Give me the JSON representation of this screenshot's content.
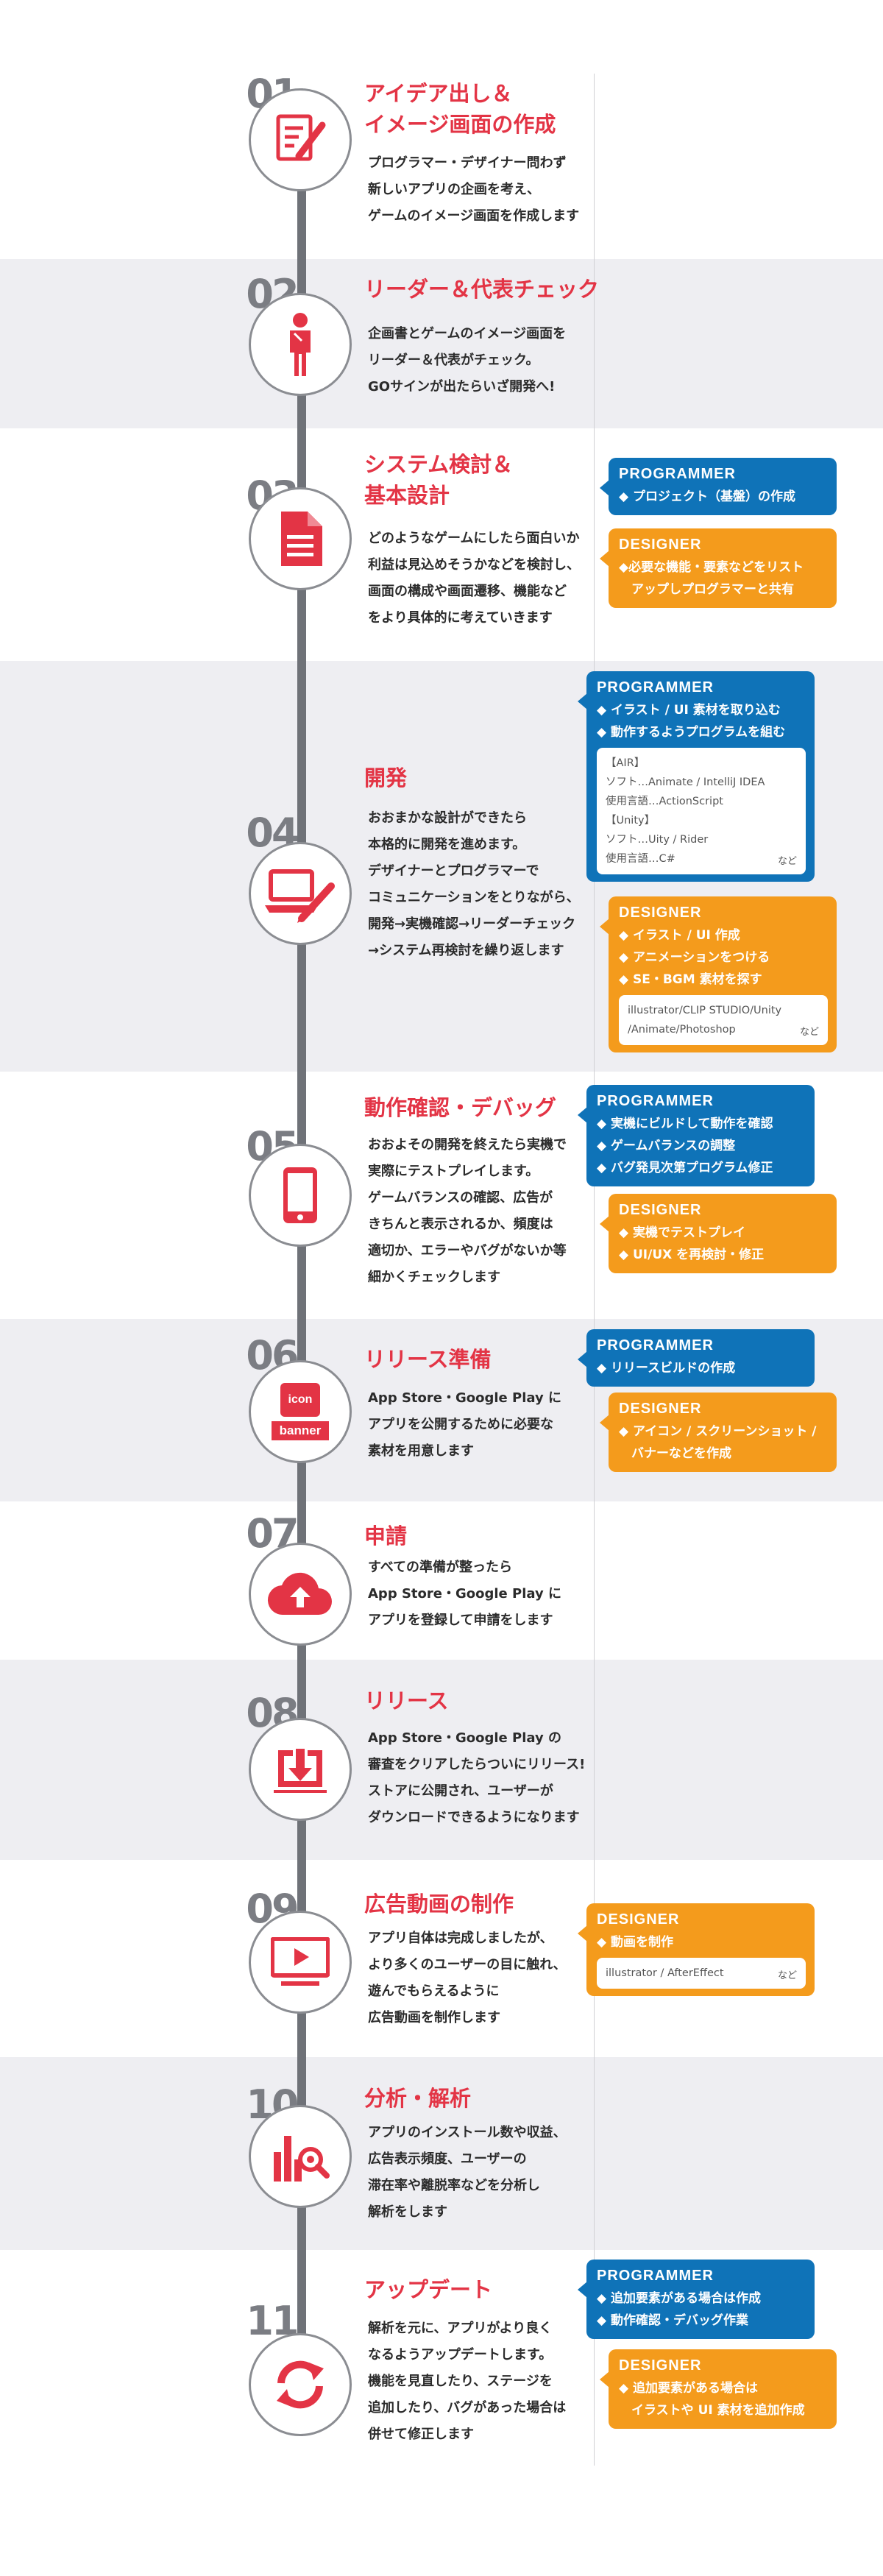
{
  "colors": {
    "accent_red": "#e33445",
    "programmer_blue": "#0f73b8",
    "designer_orange": "#f49b1c",
    "timeline_gray": "#6f7278",
    "band_gray": "#eeeef2"
  },
  "steps": [
    {
      "num": "01",
      "icon": "document-pen-icon",
      "title": "アイデア出し＆\nイメージ画面の作成",
      "desc": "プログラマー・デザイナー問わず\n新しいアプリの企画を考え、\nゲームのイメージ画面を作成します"
    },
    {
      "num": "02",
      "icon": "person-icon",
      "title": "リーダー＆代表チェック",
      "desc": "企画書とゲームのイメージ画面を\nリーダー＆代表がチェック。\nGOサインが出たらいざ開発へ!"
    },
    {
      "num": "03",
      "icon": "document-icon",
      "title": "システム検討＆\n基本設計",
      "desc": "どのようなゲームにしたら面白いか\n利益は見込めそうかなどを検討し、\n画面の構成や画面遷移、機能など\nをより具体的に考えていきます",
      "programmer": {
        "heading": "PROGRAMMER",
        "items": [
          "◆ プロジェクト（基盤）の作成"
        ]
      },
      "designer": {
        "heading": "DESIGNER",
        "items": [
          "◆必要な機能・要素などをリスト\n　アップしプログラマーと共有"
        ]
      }
    },
    {
      "num": "04",
      "icon": "laptop-pen-icon",
      "title": "開発",
      "desc": "おおまかな設計ができたら\n本格的に開発を進めます。\nデザイナーとプログラマーで\nコミュニケーションをとりながら、\n開発→実機確認→リーダーチェック\n→システム再検討を繰り返します",
      "programmer": {
        "heading": "PROGRAMMER",
        "items": [
          "◆ イラスト / UI 素材を取り込む",
          "◆ 動作するようプログラムを組む"
        ],
        "tools": "【AIR】\nソフト…Animate  /  IntelliJ  IDEA\n使用言語…ActionScript\n【Unity】\nソフト…Uity  /  Rider\n使用言語…C#",
        "etc": "など"
      },
      "designer": {
        "heading": "DESIGNER",
        "items": [
          "◆ イラスト / UI 作成",
          "◆ アニメーションをつける",
          "◆ SE・BGM 素材を探す"
        ],
        "tools": "illustrator/CLIP STUDIO/Unity\n/Animate/Photoshop",
        "etc": "など"
      }
    },
    {
      "num": "05",
      "icon": "smartphone-icon",
      "title": "動作確認・デバッグ",
      "desc": "おおよその開発を終えたら実機で\n実際にテストプレイします。\nゲームバランスの確認、広告が\nきちんと表示されるか、頻度は\n適切か、エラーやバグがないか等\n細かくチェックします",
      "programmer": {
        "heading": "PROGRAMMER",
        "items": [
          "◆ 実機にビルドして動作を確認",
          "◆ ゲームバランスの調整",
          "◆ バグ発見次第プログラム修正"
        ]
      },
      "designer": {
        "heading": "DESIGNER",
        "items": [
          "◆ 実機でテストプレイ",
          "◆ UI/UX を再検討・修正"
        ]
      }
    },
    {
      "num": "06",
      "icon": "icon-banner-icon",
      "icon_label_1": "icon",
      "icon_label_2": "banner",
      "title": "リリース準備",
      "desc": "App Store・Google Play に\nアプリを公開するために必要な\n素材を用意します",
      "programmer": {
        "heading": "PROGRAMMER",
        "items": [
          "◆ リリースビルドの作成"
        ]
      },
      "designer": {
        "heading": "DESIGNER",
        "items": [
          "◆ アイコン / スクリーンショット /\n　バナーなどを作成"
        ]
      }
    },
    {
      "num": "07",
      "icon": "cloud-upload-icon",
      "title": "申請",
      "desc": "すべての準備が整ったら\nApp Store・Google Play に\nアプリを登録して申請をします"
    },
    {
      "num": "08",
      "icon": "download-tray-icon",
      "title": "リリース",
      "desc": "App Store・Google Play の\n審査をクリアしたらついにリリース!\nストアに公開され、ユーザーが\nダウンロードできるようになります"
    },
    {
      "num": "09",
      "icon": "video-play-icon",
      "title": "広告動画の制作",
      "desc": "アプリ自体は完成しましたが、\nより多くのユーザーの目に触れ、\n遊んでもらえるように\n広告動画を制作します",
      "designer": {
        "heading": "DESIGNER",
        "items": [
          "◆ 動画を制作"
        ],
        "tools": "illustrator  /  AfterEffect",
        "etc": "など"
      }
    },
    {
      "num": "10",
      "icon": "chart-magnifier-icon",
      "title": "分析・解析",
      "desc": "アプリのインストール数や収益、\n広告表示頻度、ユーザーの\n滞在率や離脱率などを分析し\n解析をします"
    },
    {
      "num": "11",
      "icon": "refresh-icon",
      "title": "アップデート",
      "desc": "解析を元に、アプリがより良く\nなるようアップデートします。\n機能を見直したり、ステージを\n追加したり、バグがあった場合は\n併せて修正します",
      "programmer": {
        "heading": "PROGRAMMER",
        "items": [
          "◆ 追加要素がある場合は作成",
          "◆ 動作確認・デバッグ作業"
        ]
      },
      "designer": {
        "heading": "DESIGNER",
        "items": [
          "◆ 追加要素がある場合は\n　イラストや UI 素材を追加作成"
        ]
      }
    }
  ]
}
